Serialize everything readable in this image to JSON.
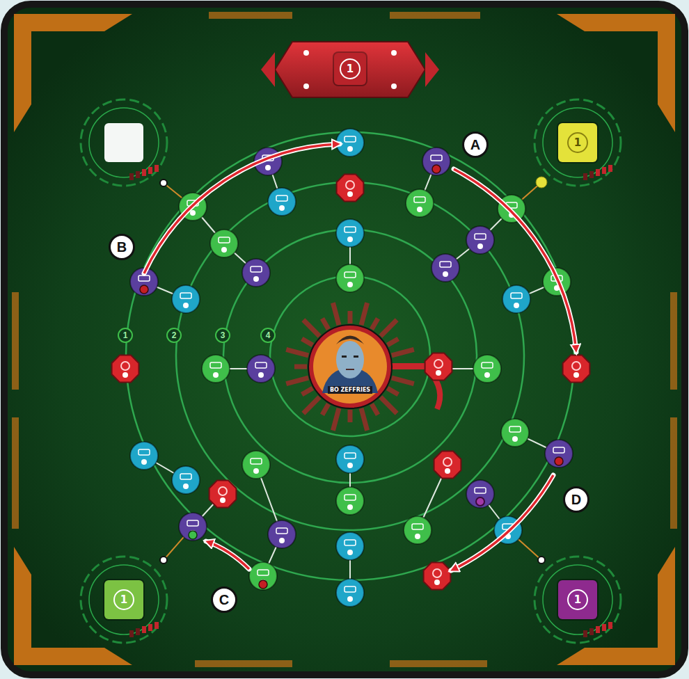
{
  "diagram": {
    "nodes": [
      {
        "text": [
          "1"
        ]
      },
      {
        "text": [
          "1"
        ]
      },
      {
        "text": [
          "A"
        ]
      },
      {
        "text": [
          "B"
        ]
      },
      {
        "text": [
          "1"
        ]
      },
      {
        "text": [
          "2"
        ]
      },
      {
        "text": [
          "3"
        ]
      },
      {
        "text": [
          "4"
        ]
      },
      {
        "text": [
          "BO ZEFFRIES"
        ]
      },
      {
        "text": [
          "D"
        ]
      },
      {
        "text": [
          "1"
        ]
      },
      {
        "text": [
          "C"
        ]
      },
      {
        "text": [
          "1"
        ]
      }
    ]
  }
}
